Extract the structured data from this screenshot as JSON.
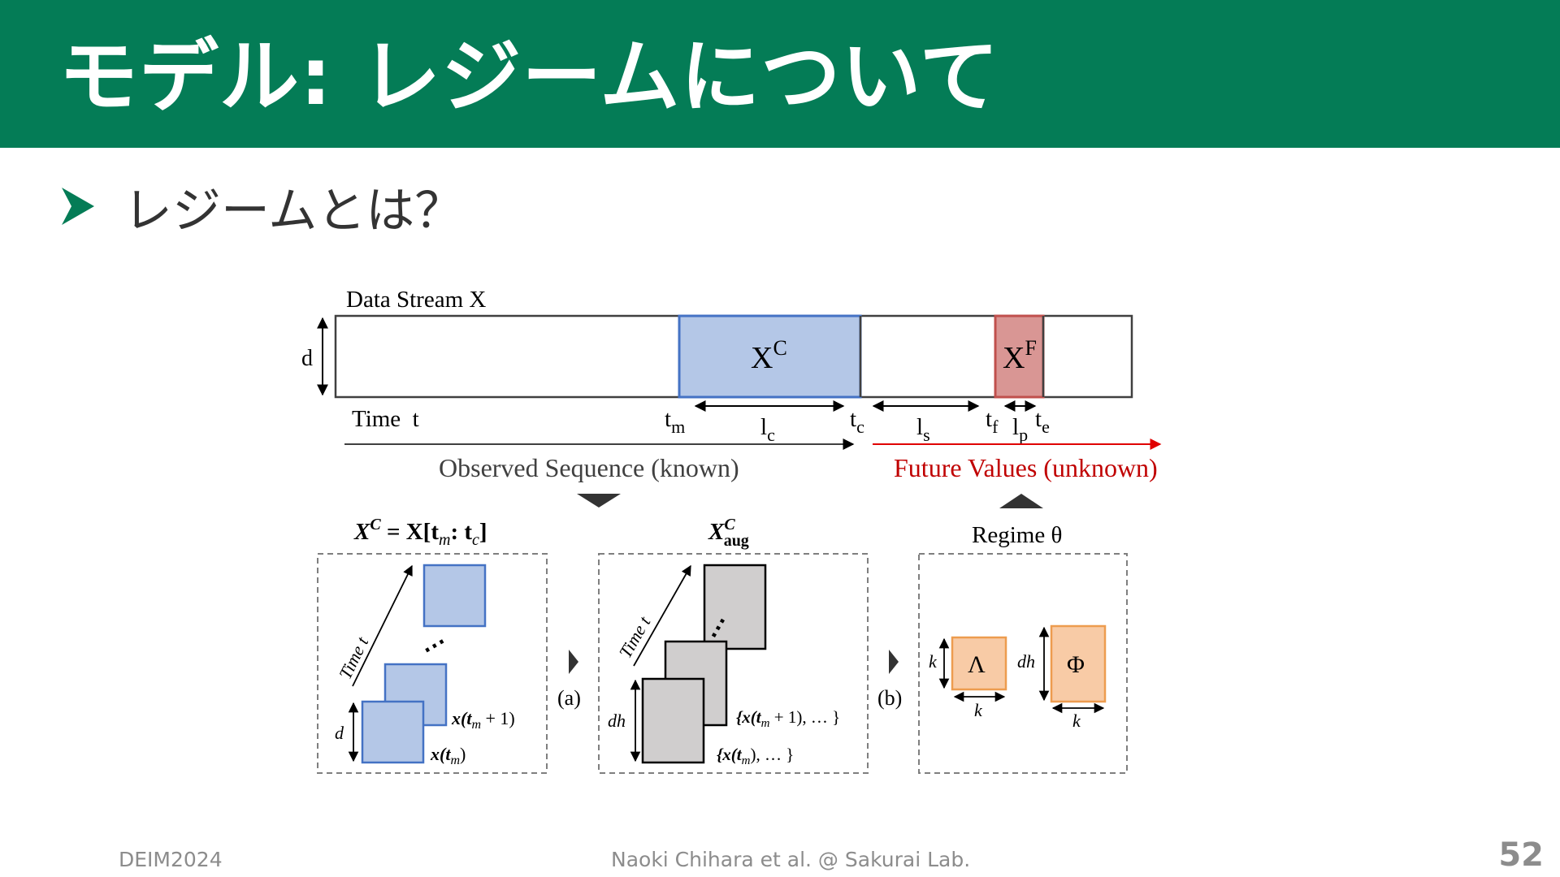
{
  "header": {
    "title": "モデル: レジームについて"
  },
  "bullet": {
    "text": "レジームとは？",
    "icon": "arrowhead-bullet-icon"
  },
  "diagram": {
    "stream_label": "Data Stream X",
    "d_label": "d",
    "time_label": "Time  t",
    "xc_label": "X",
    "xc_sup": "C",
    "xf_label": "X",
    "xf_sup": "F",
    "tm": "t",
    "tm_sub": "m",
    "tc": "t",
    "tc_sub": "c",
    "tf": "t",
    "tf_sub": "f",
    "te": "t",
    "te_sub": "e",
    "lc": "l",
    "lc_sub": "c",
    "ls": "l",
    "ls_sub": "s",
    "lp": "l",
    "lp_sub": "p",
    "observed_label": "Observed Sequence (known)",
    "future_label": "Future Values (unknown)",
    "colors": {
      "xc_fill": "#b4c7e7",
      "xc_stroke": "#4472c4",
      "xf_fill": "#d99694",
      "xf_stroke": "#c0504d",
      "future": "#e00000",
      "orange_fill": "#f8cba6",
      "orange_stroke": "#ed9c4f",
      "gray_fill": "#d0cece"
    },
    "panel1": {
      "title_lhs": "X",
      "title_sup": "C",
      "title_rhs": " = X[t",
      "title_m": "m",
      "title_colon": ": t",
      "title_c": "c",
      "title_close": "]",
      "time_axis": "Time t",
      "d": "d",
      "x_next": "x(t",
      "x_next_sub": "m",
      "x_next_tail": " + 1)",
      "x_cur": "x(t",
      "x_cur_sub": "m",
      "x_cur_tail": ")"
    },
    "step_a": "(a)",
    "panel2": {
      "title": "X",
      "title_sup": "C",
      "title_sub": "aug",
      "time_axis": "Time t",
      "dh": "dh",
      "set_next": "{x(t",
      "set_next_sub": "m",
      "set_next_tail": " + 1), … }",
      "set_cur": "{x(t",
      "set_cur_sub": "m",
      "set_cur_tail": "), … }"
    },
    "step_b": "(b)",
    "panel3": {
      "title": "Regime θ",
      "lambda": "Λ",
      "phi": "Φ",
      "k_side": "k",
      "k_bottom": "k",
      "dh_side": "dh",
      "k_bottom2": "k"
    }
  },
  "footer": {
    "left": "DEIM2024",
    "center": "Naoki Chihara et al. @ Sakurai Lab.",
    "page": "52"
  }
}
